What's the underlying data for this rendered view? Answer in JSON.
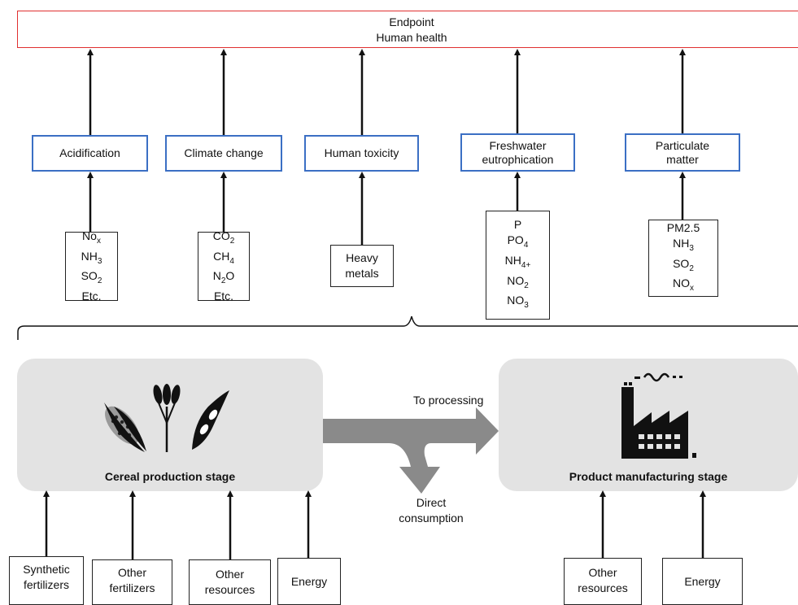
{
  "endpoint": {
    "line1": "Endpoint",
    "line2": "Human health"
  },
  "categories": [
    {
      "label_1": "Acidification"
    },
    {
      "label_1": "Climate change"
    },
    {
      "label_1": "Human toxicity"
    },
    {
      "label_1": "Freshwater",
      "label_2": "eutrophication"
    },
    {
      "label_1": "Particulate",
      "label_2": "matter"
    }
  ],
  "substances": {
    "acidification": [
      "No",
      "NH",
      "SO",
      "Etc."
    ],
    "acidification_sub": [
      "x",
      "3",
      "2",
      ""
    ],
    "climate": [
      "CO",
      "CH",
      "N",
      "Etc."
    ],
    "climate_sub": [
      "2",
      "4",
      "2",
      ""
    ],
    "climate_tail": [
      "",
      "",
      "O",
      ""
    ],
    "toxicity": [
      "Heavy",
      "metals"
    ],
    "eutrophication": [
      "P",
      "PO",
      "NH",
      "NO",
      "NO"
    ],
    "eutrophication_sub": [
      "",
      "4",
      "4+",
      "2",
      "3"
    ],
    "particulate": [
      "PM2.5",
      "NH",
      "SO",
      "NO"
    ],
    "particulate_sub": [
      "",
      "3",
      "2",
      "x"
    ]
  },
  "stages": {
    "cereal": "Cereal production stage",
    "manufacturing": "Product manufacturing stage"
  },
  "flows": {
    "processing": "To processing",
    "direct_1": "Direct",
    "direct_2": "consumption"
  },
  "inputs": {
    "synthetic_1": "Synthetic",
    "synthetic_2": "fertilizers",
    "other_fert_1": "Other",
    "other_fert_2": "fertilizers",
    "other_res_1": "Other",
    "other_res_2": "resources",
    "energy": "Energy",
    "m_other_res_1": "Other",
    "m_other_res_2": "resources",
    "m_energy": "Energy"
  },
  "colors": {
    "endpoint_border": "#e03030",
    "category_border": "#3b6fc4",
    "stage_fill": "#e3e3e3",
    "flow_arrow": "#8a8a8a"
  },
  "icons": [
    "corn-icon",
    "wheat-icon",
    "bean-pod-icon",
    "factory-icon"
  ]
}
